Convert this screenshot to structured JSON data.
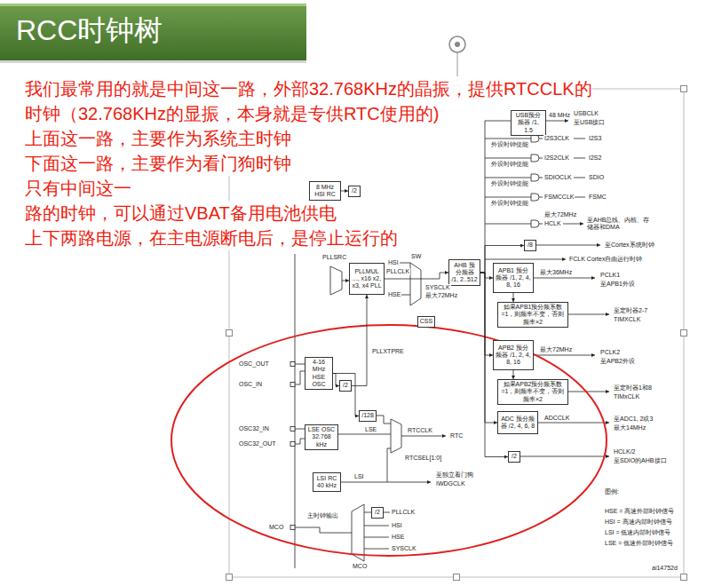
{
  "diagram": {
    "title": "RCC时钟树",
    "nodes": [
      {
        "text": [
          "8 MHz HSI RC"
        ]
      },
      {
        "text": [
          "/2"
        ]
      },
      {
        "text": [
          "PLLMUL",
          "..., x16 x2, x3, x4 PLL"
        ]
      },
      {
        "text": [
          "AHB 预分频器 /1, 2..512"
        ]
      },
      {
        "text": [
          "CSS"
        ]
      },
      {
        "text": [
          "USB预分频器 /1, 1.5"
        ]
      },
      {
        "text": [
          "/8"
        ]
      },
      {
        "text": [
          "APB1 预分频器 /1, 2, 4, 8, 16"
        ]
      },
      {
        "text": [
          "如果APB1预分频系数=1，则频率不变，否则频率×2"
        ]
      },
      {
        "text": [
          "APB2 预分频器 /1, 2, 4, 8, 16"
        ]
      },
      {
        "text": [
          "如果APB2预分频系数=1，则频率不变，否则频率×2"
        ]
      },
      {
        "text": [
          "ADC 预分频器 /2, 4, 6, 8"
        ]
      },
      {
        "text": [
          "/2"
        ]
      },
      {
        "text": [
          "4-16 MHz HSE OSC"
        ]
      },
      {
        "text": [
          "/2"
        ]
      },
      {
        "text": [
          "LSE OSC 32.768 kHz"
        ]
      },
      {
        "text": [
          "/128"
        ]
      },
      {
        "text": [
          "LSI RC 40 kHz"
        ]
      },
      {
        "text": [
          "/2"
        ]
      }
    ],
    "edges": [
      {
        "from": 0,
        "to": 1,
        "arrow": "to"
      },
      {
        "from": 13,
        "to": 14,
        "arrow": "to"
      },
      {
        "from": 14,
        "to": 2,
        "arrow": "to"
      },
      {
        "from": 2,
        "to": 3,
        "arrow": "to"
      },
      {
        "from": 3,
        "to": 7,
        "arrow": "to"
      },
      {
        "from": 3,
        "to": 9,
        "arrow": "to"
      },
      {
        "from": 3,
        "to": 11,
        "arrow": "to"
      },
      {
        "from": 3,
        "to": 12,
        "arrow": "to"
      },
      {
        "from": 3,
        "to": 6,
        "arrow": "to"
      },
      {
        "from": 7,
        "to": 8,
        "arrow": "to"
      },
      {
        "from": 9,
        "to": 10,
        "arrow": "to"
      },
      {
        "from": 13,
        "to": 16,
        "arrow": "to"
      }
    ],
    "labels": [
      "我们最常用的就是中间这一路，外部32.768KHz的晶振，提供RTCCLK的",
      "时钟（32.768KHz的显振，本身就是专供RTC使用的)",
      "上面这一路，主要作为系统主时钟",
      "下面这一路，主要作为看门狗时钟",
      "只有中间这一",
      "路的时钟，可以通过VBAT备用电池供电",
      "上下两路电源，在主电源断电后，是停止运行的",
      "48 MHz",
      "USBCLK",
      "至USB接口",
      "I2S3CLK",
      "I2S3",
      "外设时钟使能",
      "I2S2CLK",
      "I2S2",
      "外设时钟使能",
      "SDIOCLK",
      "SDIO",
      "外设时钟使能",
      "FSMCCLK",
      "FSMC",
      "外设时钟使能",
      "最大72MHz",
      "HCLK",
      "至AHB总线、内核、存储器和DMA",
      "至Cortex系统时钟",
      "FCLK Cortex自由运行时钟",
      "最大36MHz",
      "PCLK1",
      "至APB1外设",
      "至定时器2-7",
      "TIMXCLK",
      "最大72MHz",
      "PCLK2",
      "至APB2外设",
      "至定时器1和8",
      "TIMxCLK",
      "ADCCLK",
      "至ADC1, 2或3",
      "最大14MHz",
      "HCLK/2",
      "至SDIO的AHB接口",
      "图例:",
      "HSE = 高速外部时钟信号",
      "HSI = 高速内部时钟信号",
      "LSI = 低速内部时钟信号",
      "LSE = 低速外部时钟信号",
      "ai14752d",
      "HSI",
      "PLLSRC",
      "PLLCLK",
      "HSE",
      "SW",
      "SYSCLK",
      "最大72MHz",
      "OSC_OUT",
      "OSC_IN",
      "PLLXTPRE",
      "OSC32_IN",
      "OSC32_OUT",
      "LSE",
      "RTCCLK",
      "RTC",
      "RTCSEL[1:0]",
      "LSI",
      "至独立看门狗",
      "IWDGCLK",
      "主时钟输出",
      "MCO",
      "PLLCLK",
      "HSI",
      "HSE",
      "SYSCLK",
      "MCO"
    ]
  }
}
